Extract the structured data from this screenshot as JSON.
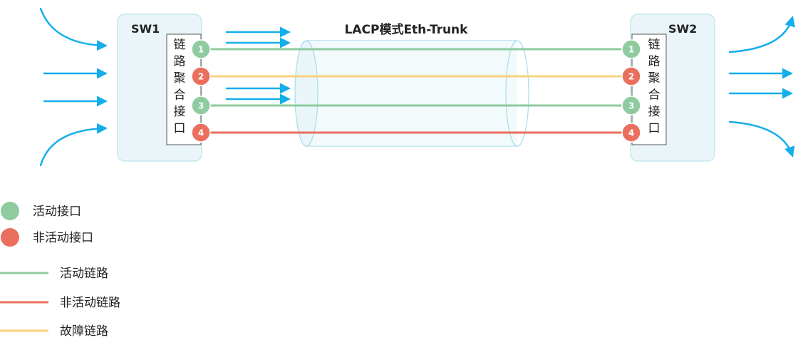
{
  "title": "LACP模式Eth-Trunk",
  "colors": {
    "active": "#8ECB9F",
    "inactive": "#EA6F5E",
    "fault": "#F8D27C",
    "flow": "#15AEEA",
    "switch_fill": "#EAF5FA",
    "switch_stroke": "#BFE0EC",
    "tube_stroke": "#A5DCEB"
  },
  "switches": [
    {
      "name": "SW1",
      "agg_label": [
        "链",
        "路",
        "聚",
        "合",
        "接",
        "口"
      ]
    },
    {
      "name": "SW2",
      "agg_label": [
        "链",
        "路",
        "聚",
        "合",
        "接",
        "口"
      ]
    }
  ],
  "ports": [
    {
      "number": "1",
      "port_state": "active",
      "link_state": "active"
    },
    {
      "number": "2",
      "port_state": "inactive",
      "link_state": "fault"
    },
    {
      "number": "3",
      "port_state": "active",
      "link_state": "active"
    },
    {
      "number": "4",
      "port_state": "inactive",
      "link_state": "inactive"
    }
  ],
  "legend": {
    "active_port": "活动接口",
    "inactive_port": "非活动接口",
    "active_link": "活动链路",
    "inactive_link": "非活动链路",
    "fault_link": "故障链路"
  }
}
